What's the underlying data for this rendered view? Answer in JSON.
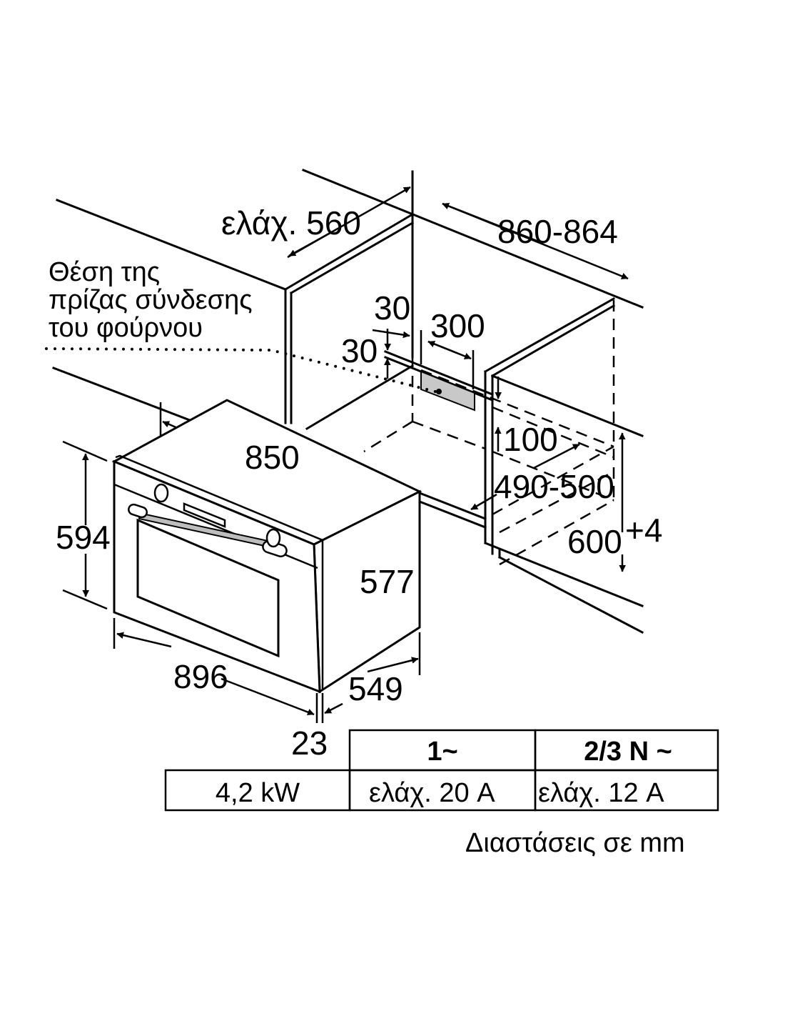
{
  "diagram": {
    "labels": {
      "min_560": "ελάχ. 560",
      "range_860_864": "860-864",
      "socket_line1": "Θέση της",
      "socket_line2": "πρίζας σύνδεσης",
      "socket_line3": "του φούρνου",
      "dim_30_a": "30",
      "dim_300": "300",
      "dim_30_b": "30",
      "dim_100": "100",
      "dim_490_500": "490-500",
      "dim_600": "600",
      "dim_plus4": "+4",
      "dim_850": "850",
      "dim_594": "594",
      "dim_577": "577",
      "dim_896": "896",
      "dim_549": "549",
      "dim_23": "23"
    },
    "colors": {
      "socket_fill": "#c8c8c8",
      "handle_fill": "#bdbdbd"
    }
  },
  "table": {
    "headers": [
      "1~",
      "2/3 N ~"
    ],
    "row": {
      "power": "4,2 kW",
      "single_phase": "ελάχ. 20 A",
      "three_phase": "ελάχ. 12 A"
    }
  },
  "caption": "Διαστάσεις σε mm"
}
